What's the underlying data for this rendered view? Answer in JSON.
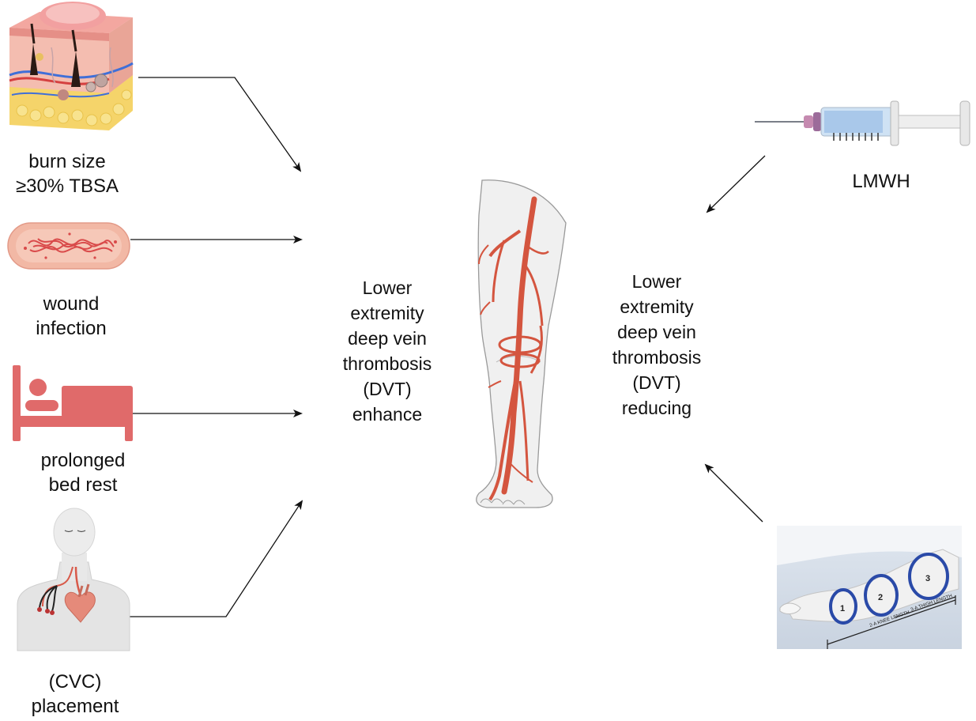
{
  "risk_factors": {
    "burn": {
      "line1": "burn size",
      "line2": "≥30% TBSA"
    },
    "infection": {
      "line1": "wound",
      "line2": "infection"
    },
    "bed_rest": {
      "line1": "prolonged",
      "line2": "bed rest"
    },
    "cvc": {
      "line1": "(CVC)",
      "line2": "placement"
    }
  },
  "center_left": {
    "lines": [
      "Lower",
      "extremity",
      "deep vein",
      "thrombosis",
      "(DVT)",
      "enhance"
    ]
  },
  "center_right": {
    "lines": [
      "Lower",
      "extremity",
      "deep vein",
      "thrombosis",
      "(DVT)",
      "reducing"
    ]
  },
  "interventions": {
    "lmwh": {
      "label": "LMWH"
    },
    "compression": {
      "ring_numbers": [
        "1",
        "2",
        "3"
      ],
      "knee_length": "2-A   KNEE LENGTH",
      "thigh_length": "3-A  THIGH LENGTH"
    }
  },
  "colors": {
    "artery": "#d4553f",
    "bed": "#e06a6a",
    "skin": "#f2c2b4",
    "ring": "#2a4aa8",
    "arrow": "#111111"
  }
}
